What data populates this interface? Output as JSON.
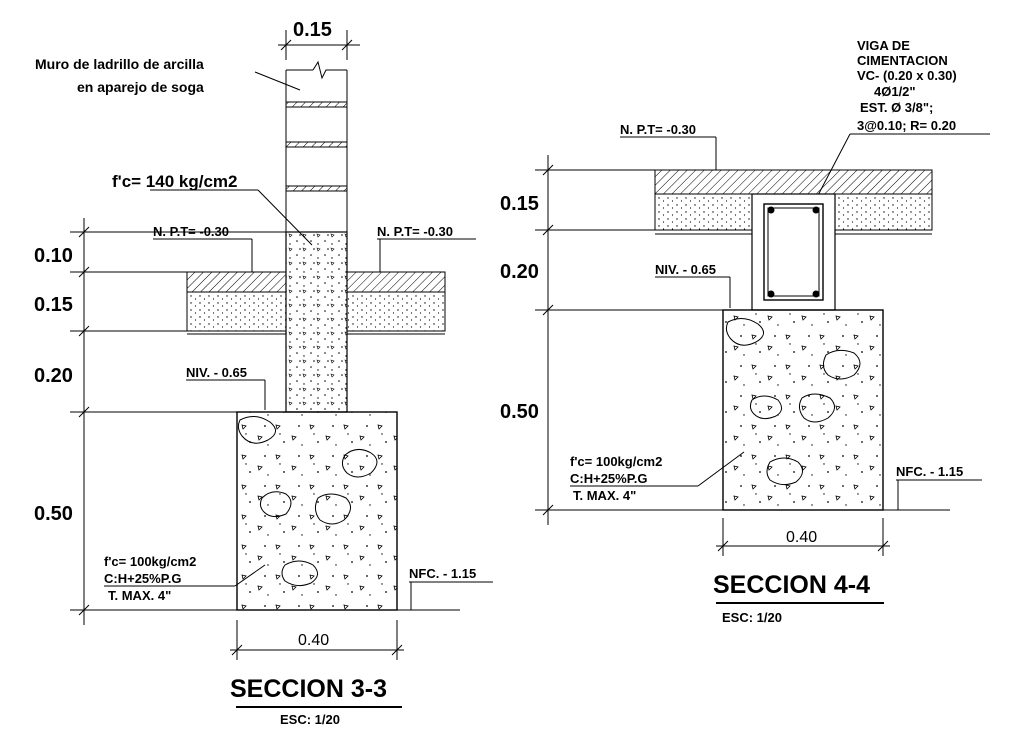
{
  "section_3_3": {
    "wall_width": "0.15",
    "wall_label_line1": "Muro de ladrillo de arcilla",
    "wall_label_line2": "en aparejo de soga",
    "column_concrete": "f'c= 140 kg/cm2",
    "npt_left": "N. P.T= -0.30",
    "npt_right": "N. P.T= -0.30",
    "niv": "NIV. - 0.65",
    "dims": [
      "0.10",
      "0.15",
      "0.20",
      "0.50"
    ],
    "footing_note_1": "f'c= 100kg/cm2",
    "footing_note_2": "C:H+25%P.G",
    "footing_note_3": "T. MAX. 4\"",
    "nfc": "NFC. - 1.15",
    "footing_width": "0.40",
    "title": "SECCION 3-3",
    "scale": "ESC: 1/20"
  },
  "section_4_4": {
    "beam_label": [
      "VIGA DE",
      "CIMENTACION",
      "VC- (0.20 x 0.30)",
      "4Ø1/2\"",
      "EST. Ø 3/8\";",
      "3@0.10; R= 0.20"
    ],
    "npt": "N. P.T= -0.30",
    "niv": "NIV. - 0.65",
    "dims": [
      "0.15",
      "0.20",
      "0.50"
    ],
    "footing_note_1": "f'c= 100kg/cm2",
    "footing_note_2": "C:H+25%P.G",
    "footing_note_3": "T. MAX. 4\"",
    "nfc": "NFC. - 1.15",
    "footing_width": "0.40",
    "title": "SECCION 4-4",
    "scale": "ESC: 1/20"
  }
}
